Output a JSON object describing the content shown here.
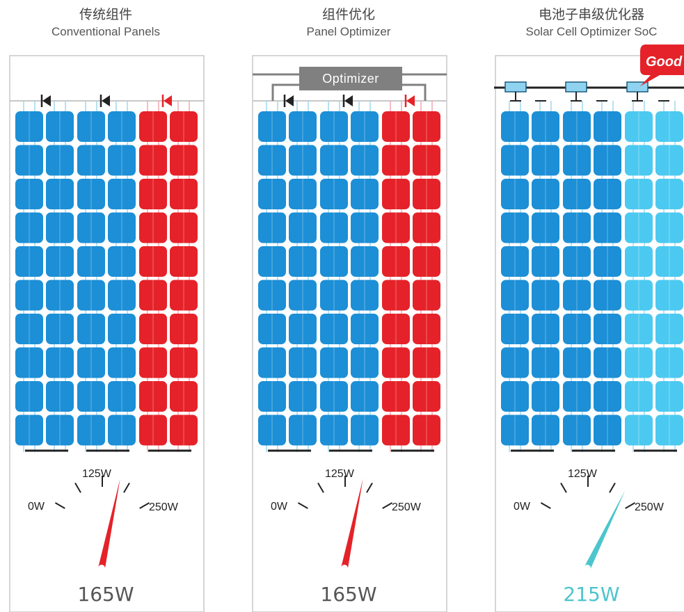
{
  "panels": [
    {
      "id": "conventional",
      "title_cn": "传统组件",
      "title_en": "Conventional Panels",
      "shaded_columns": [
        4,
        5
      ],
      "shaded_color": "#e52229",
      "gauge": {
        "value_label": "165W",
        "level": 0.66,
        "needle_color": "#e52229"
      }
    },
    {
      "id": "optimizer",
      "title_cn": "组件优化",
      "title_en": "Panel Optimizer",
      "optimizer_label": "Optimizer",
      "shaded_columns": [
        4,
        5
      ],
      "shaded_color": "#e52229",
      "gauge": {
        "value_label": "165W",
        "level": 0.66,
        "needle_color": "#e52229"
      }
    },
    {
      "id": "soc",
      "title_cn": "电池子串级优化器",
      "title_en": "Solar Cell Optimizer SoC",
      "badge_label": "Good",
      "shaded_columns": [
        4,
        5
      ],
      "shaded_color": "#4cc9f0",
      "gauge": {
        "value_label": "215W",
        "level": 0.86,
        "needle_color": "#4cc5cc"
      }
    }
  ],
  "gauge_ticks": {
    "min": "0W",
    "mid": "125W",
    "max": "250W"
  },
  "colors": {
    "cell_blue": "#1c8fd6",
    "cell_red": "#e52229",
    "cell_light": "#4cc9f0",
    "frame": "#c8c8c8",
    "wire": "#9fd8ee",
    "optimizer_box": "#808080",
    "value_gray": "#555555",
    "value_teal": "#4cc5cc",
    "badge_red": "#e52229"
  }
}
